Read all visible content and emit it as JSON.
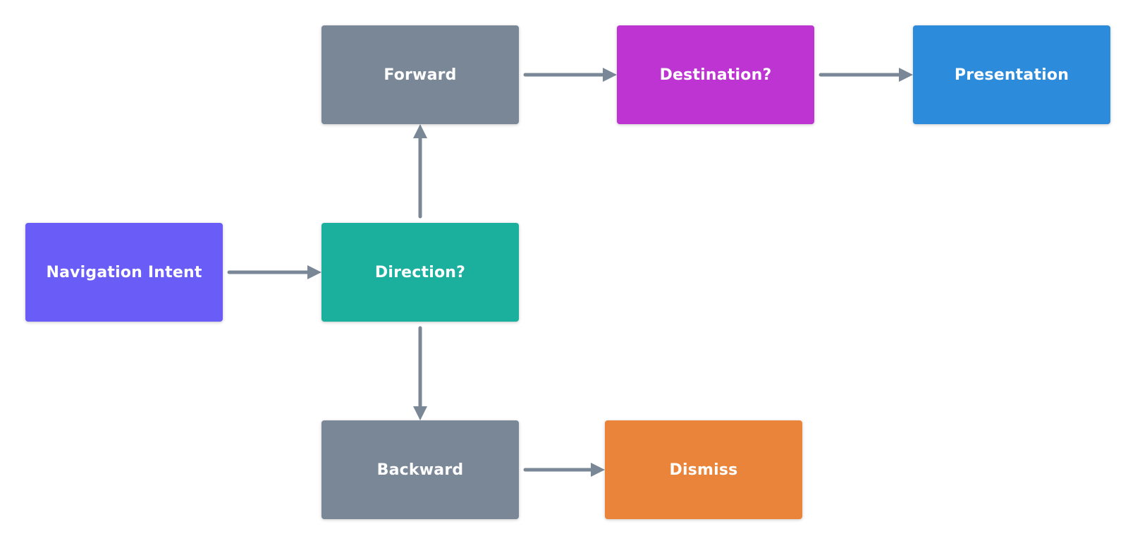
{
  "diagram": {
    "nodes": [
      {
        "id": "intent",
        "label": "Navigation Intent",
        "color": "#6a5cf6"
      },
      {
        "id": "direction",
        "label": "Direction?",
        "color": "#1baf9e"
      },
      {
        "id": "forward",
        "label": "Forward",
        "color": "#798796"
      },
      {
        "id": "backward",
        "label": "Backward",
        "color": "#798796"
      },
      {
        "id": "destination",
        "label": "Destination?",
        "color": "#bd34d3"
      },
      {
        "id": "presentation",
        "label": "Presentation",
        "color": "#2d8bdb"
      },
      {
        "id": "dismiss",
        "label": "Dismiss",
        "color": "#e9843a"
      }
    ],
    "edges": [
      {
        "from": "intent",
        "to": "direction"
      },
      {
        "from": "direction",
        "to": "forward"
      },
      {
        "from": "direction",
        "to": "backward"
      },
      {
        "from": "forward",
        "to": "destination"
      },
      {
        "from": "destination",
        "to": "presentation"
      },
      {
        "from": "backward",
        "to": "dismiss"
      }
    ],
    "edge_color": "#798796"
  }
}
